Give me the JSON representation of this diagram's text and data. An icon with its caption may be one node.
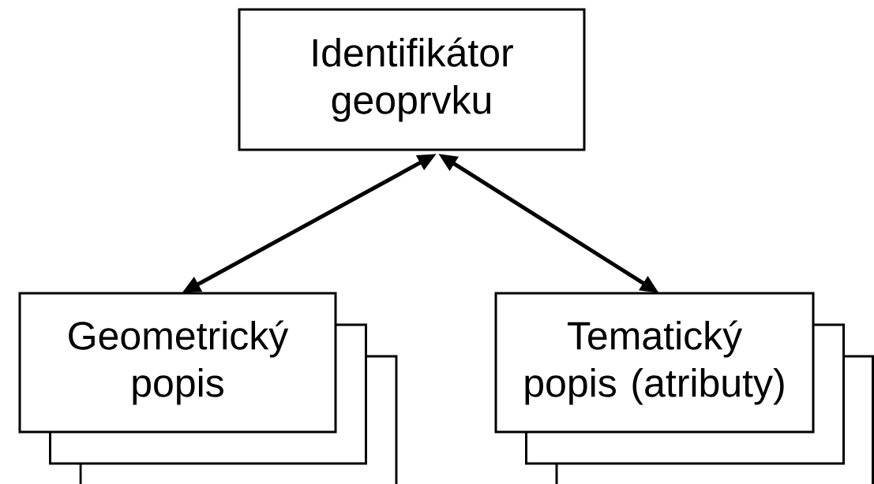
{
  "diagram": {
    "nodes": [
      {
        "text": [
          "Identifikátor geoprvku"
        ]
      },
      {
        "text": [
          "Geometrický popis"
        ]
      },
      {
        "text": [
          "Tematický popis (atributy)"
        ]
      }
    ],
    "edges": [
      {
        "from": 0,
        "to": 1,
        "arrow": "both"
      },
      {
        "from": 0,
        "to": 2,
        "arrow": "both"
      }
    ]
  }
}
